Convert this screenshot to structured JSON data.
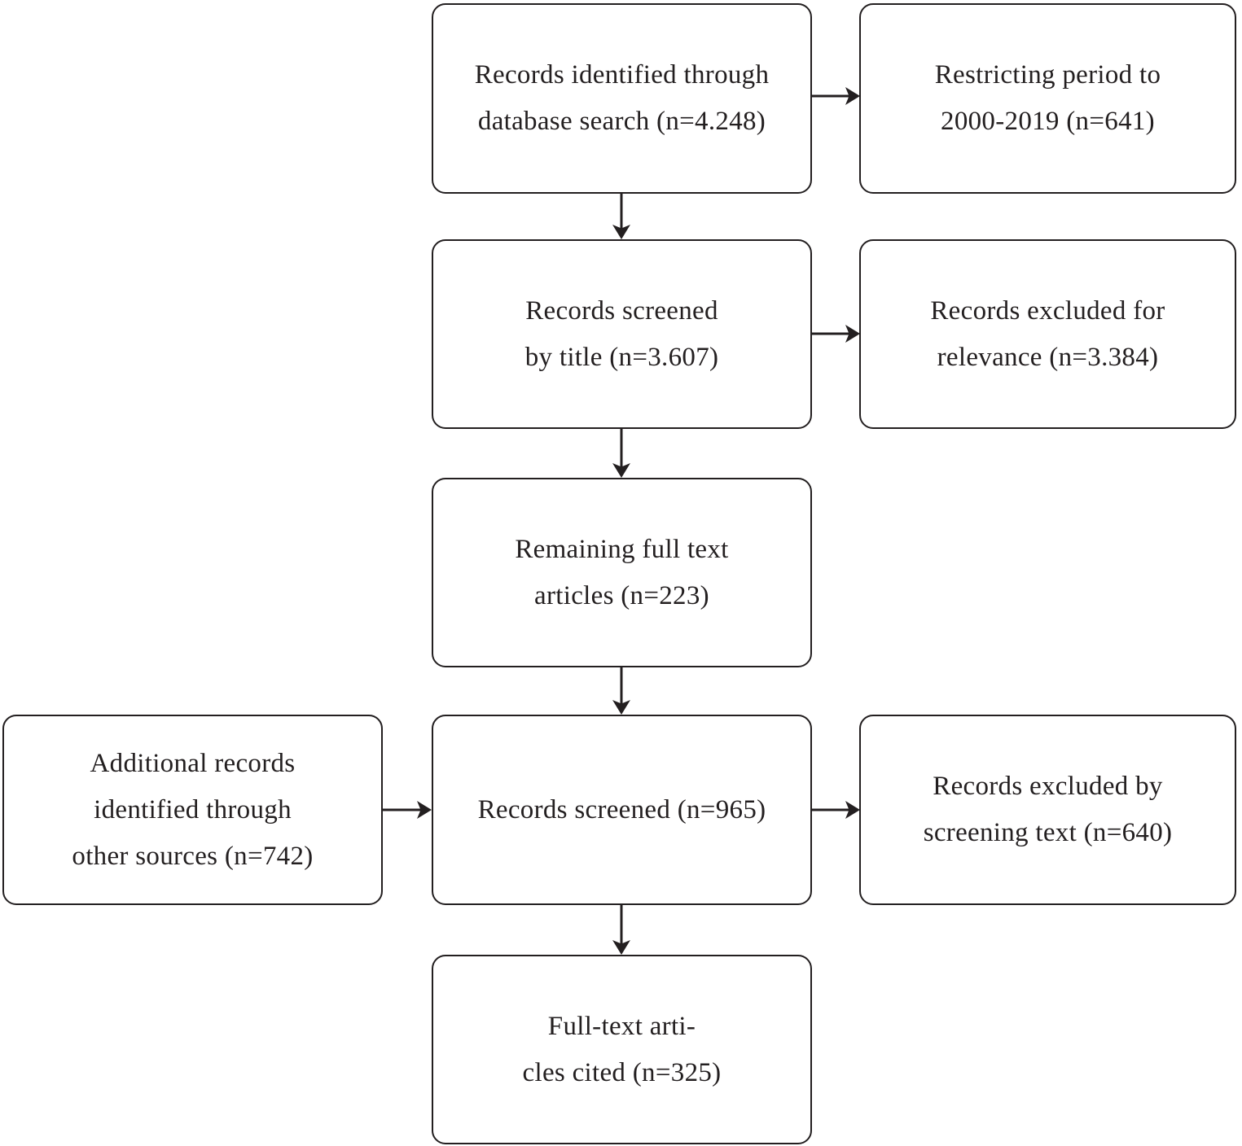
{
  "diagram": {
    "type": "flowchart",
    "colors": {
      "stroke": "#231f20",
      "text": "#231f20",
      "background": "#ffffff"
    },
    "nodes": [
      {
        "id": "records-identified",
        "label": "Records identified through\ndatabase search (n=4.248)"
      },
      {
        "id": "restricting-period",
        "label": "Restricting period to\n2000-2019 (n=641)"
      },
      {
        "id": "records-screened-title",
        "label": "Records screened\nby title (n=3.607)"
      },
      {
        "id": "records-excluded-relevance",
        "label": "Records excluded for\nrelevance (n=3.384)"
      },
      {
        "id": "remaining-full-text",
        "label": "Remaining full text\narticles (n=223)"
      },
      {
        "id": "additional-records",
        "label": "Additional records\nidentified through\nother sources (n=742)"
      },
      {
        "id": "records-screened",
        "label": "Records screened (n=965)"
      },
      {
        "id": "records-excluded-screening",
        "label": "Records excluded by\nscreening text (n=640)"
      },
      {
        "id": "full-text-cited",
        "label": "Full-text arti-\ncles cited (n=325)"
      }
    ],
    "edges": [
      {
        "from": "records-identified",
        "to": "restricting-period"
      },
      {
        "from": "records-identified",
        "to": "records-screened-title"
      },
      {
        "from": "records-screened-title",
        "to": "records-excluded-relevance"
      },
      {
        "from": "records-screened-title",
        "to": "remaining-full-text"
      },
      {
        "from": "remaining-full-text",
        "to": "records-screened"
      },
      {
        "from": "additional-records",
        "to": "records-screened"
      },
      {
        "from": "records-screened",
        "to": "records-excluded-screening"
      },
      {
        "from": "records-screened",
        "to": "full-text-cited"
      }
    ]
  }
}
